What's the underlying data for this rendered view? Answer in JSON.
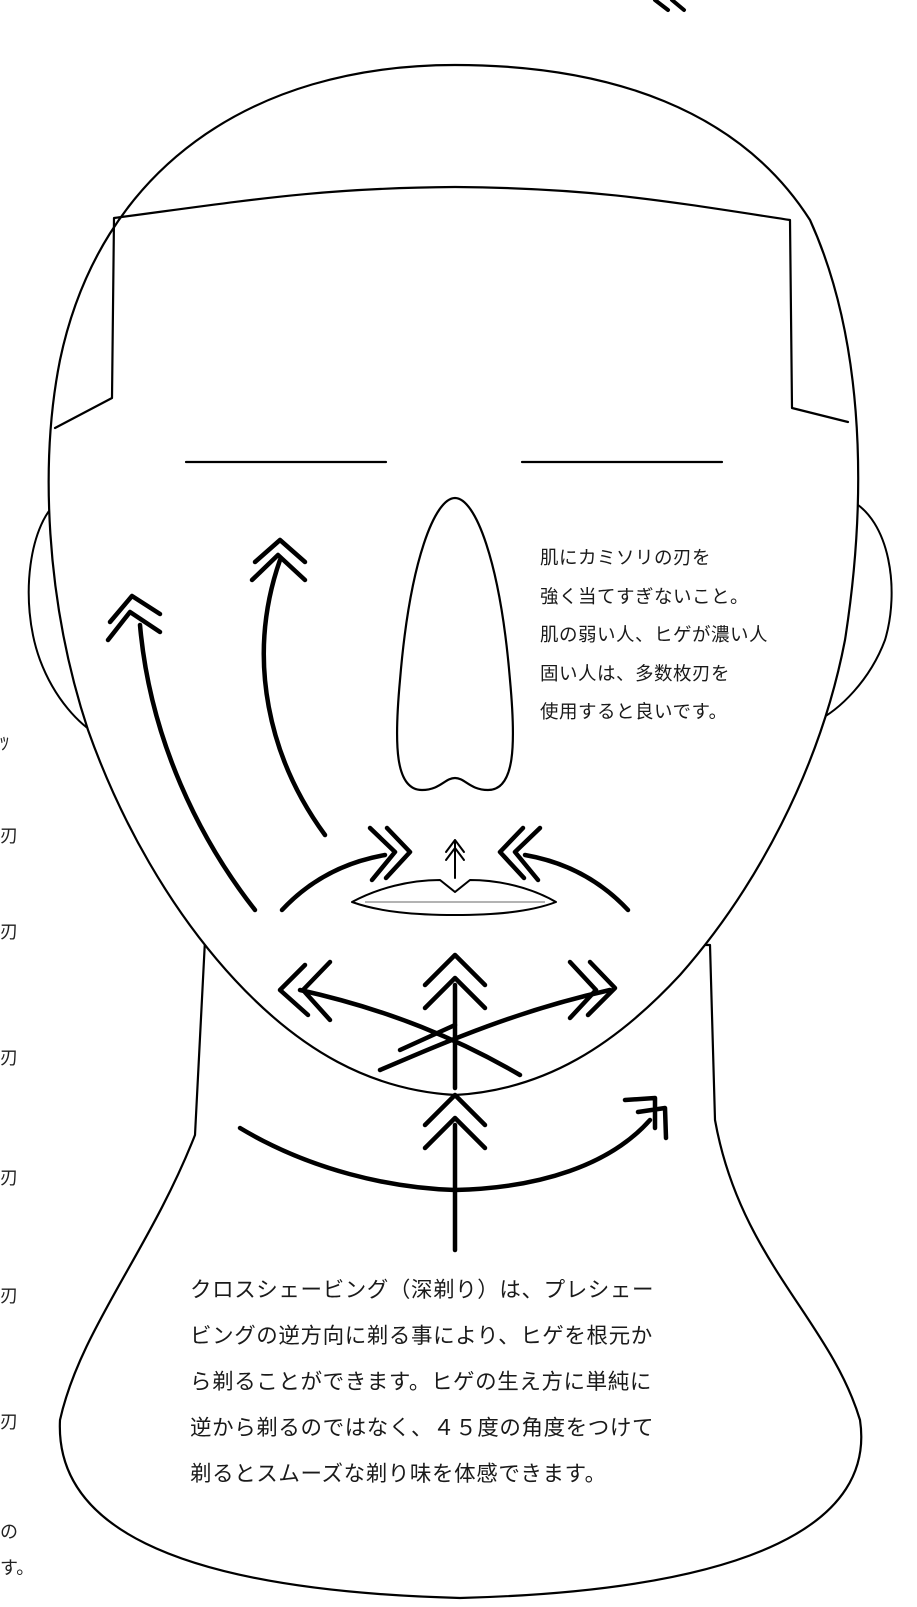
{
  "nose_note": [
    "肌にカミソリの刃を",
    "強く当てすぎないこと。",
    "肌の弱い人、ヒゲが濃い人",
    "固い人は、多数枚刃を",
    "使用すると良いです。"
  ],
  "cross_shaving_note": [
    "クロスシェービング（深剃り）は、プレシェー",
    "ビングの逆方向に剃る事により、ヒゲを根元か",
    "ら剃ることができます。ヒゲの生え方に単純に",
    "逆から剃るのではなく、４５度の角度をつけて",
    "剃るとスムーズな剃り味を体感できます。"
  ],
  "left_edge_fragments": [
    "ﾂ",
    "刃",
    "刃",
    "刃",
    "刃",
    "刃",
    "刃",
    "の",
    "す。"
  ]
}
